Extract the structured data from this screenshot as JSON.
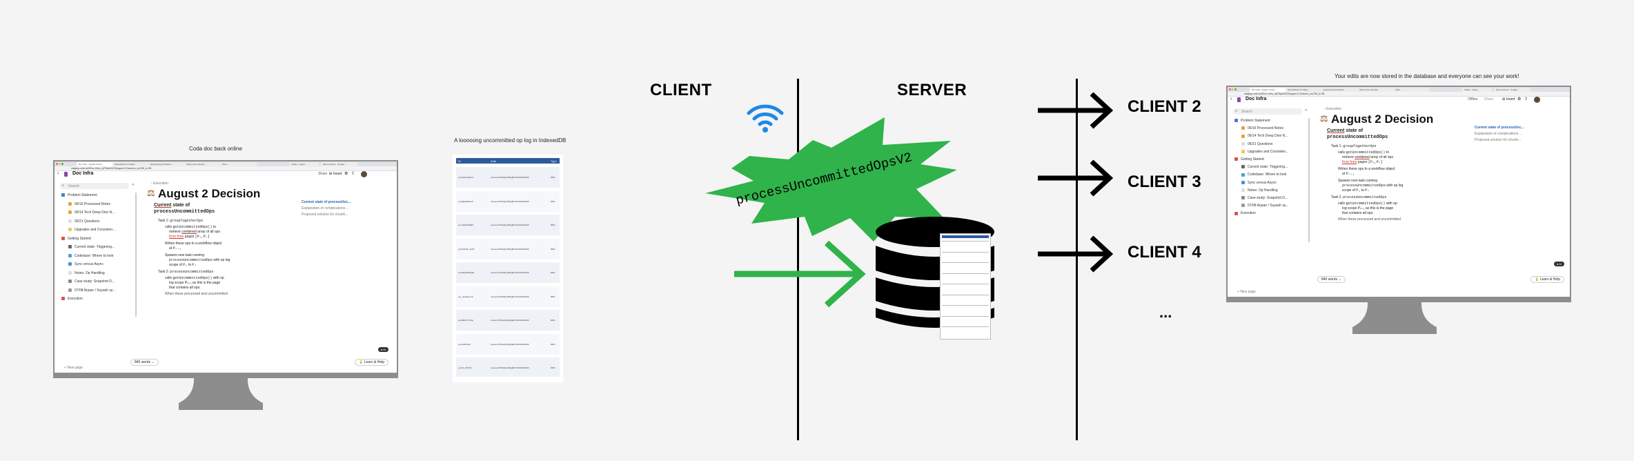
{
  "labels": {
    "client": "CLIENT",
    "server": "SERVER",
    "client2": "CLIENT 2",
    "client3": "CLIENT 3",
    "client4": "CLIENT 4",
    "ellipsis": "...",
    "star_text": "processUncommittedOpsV2"
  },
  "captions": {
    "left_monitor": "Coda doc back online",
    "indexeddb": "A looooong uncommitted op log in IndexedDB",
    "right_monitor": "Your edits are now stored in the database and everyone can see your work!"
  },
  "colors": {
    "green": "#2fb34a",
    "wifi": "#1e88e5",
    "monitor_frame": "#8d8d8d",
    "black": "#000000",
    "doc_red": "#c0392b",
    "link_blue": "#1a5fb4"
  },
  "doc": {
    "url": "staging.coda.io/d/Doc-Infra_dpT8pbdVZ2/August-2-Decision_su2JW_d-GB",
    "tabs": [
      "Doc Infra · August 2 Deci...",
      "Spreadsheet UI Objec...",
      "Engineering All Hands ...",
      "Sheet Core Internal ...",
      "Inbox",
      "Coffee · Figma",
      "demo-content · Google..."
    ],
    "doc_title": "Doc Infra",
    "share": "Share",
    "insert": "Insert",
    "offline": "Offline",
    "search_placeholder": "Search",
    "sidebar": [
      {
        "label": "Problem Statement",
        "color": "#4a7bd0"
      },
      {
        "label": "06/16 Processed Notes",
        "color": "#e8a33d"
      },
      {
        "label": "06/14 Tech Deep Dive N...",
        "color": "#e8a33d"
      },
      {
        "label": "06/21 Questions",
        "color": "#dddddd"
      },
      {
        "label": "Upgrades and Consisten...",
        "color": "#f2c94c"
      },
      {
        "label": "Getting Started",
        "color": "#d9534f"
      },
      {
        "label": "Current state: Triggering...",
        "color": "#666666"
      },
      {
        "label": "Codebase: Where to look",
        "color": "#3fa7d6"
      },
      {
        "label": "Sync versus Async",
        "color": "#4a90d9"
      },
      {
        "label": "Notes: Op Handling",
        "color": "#dddddd"
      },
      {
        "label": "Case study: Snapshot D...",
        "color": "#888888"
      },
      {
        "label": "07/08 Arjuan / Suyash sy...",
        "color": "#999999"
      },
      {
        "label": "Execution",
        "color": "#d9534f"
      }
    ],
    "new_page": "New page",
    "breadcrumb": "Execution",
    "heading": "August 2 Decision",
    "current_state": "Current",
    "state_of": "state of",
    "fn_name": "processUncommittedOps",
    "task1": "Task 1:",
    "task1_fn": "groupTogetherOps",
    "b1_a": "calls",
    "b1_fn": "getUncommittedOps()",
    "b1_b": "to",
    "b1_c": "retrieve",
    "b1_d": "combined",
    "b1_e": "array of all ops",
    "b1_f": "from from",
    "b1_g": "pages",
    "b1_h": "[P₁,Pₙ]",
    "b2_a": "Writes these ops to a workflow object",
    "b2_b": "at",
    "b2_c": "Pₙ₊₁",
    "b3_a": "Spawns new task running",
    "b3_fn": "processUncommittedOps",
    "b3_b": "with op log",
    "b3_c": "scope of",
    "b3_d": "P₁",
    "b3_e": "to",
    "b3_f": "Pₙ",
    "task2": "Task 2:",
    "task2_fn": "processUncommittedOps",
    "c1_a": "calls",
    "c1_fn": "getUncommittedOps()",
    "c1_b": "with op",
    "c1_c": "log scope Pₙ₊₁ as this is the page",
    "c1_d": "that contains all ops.",
    "c2": "When these processed and uncommitted",
    "toc": [
      "Current state of processUnc...",
      "Explanation of complications ...",
      "Proposed solution for chunki..."
    ],
    "words": "840 words",
    "learn": "Learn & Help",
    "ai_badge": "AI"
  },
  "indexeddb": {
    "headers": [
      "ID",
      "Auth",
      "Type"
    ],
    "rows": [
      {
        "id": "op-5ricbvhsRmq",
        "auth": "coreevt-3f74e6Q-9f2Qg8nh7dr1SDF44FF",
        "type": "DRS"
      },
      {
        "id": "op-Mjwdp8vXu5",
        "auth": "coreevt-3f74e6Q-9f2Qg8nh7dr1SDF44FF",
        "type": "DRS"
      },
      {
        "id": "op-xw5yXb6dES",
        "auth": "coreevt-3f74e6Q-9f2Qg8nh7dr1SDF44FF",
        "type": "DRS"
      },
      {
        "id": "op-8mOhZ_nw3X",
        "auth": "coreevt-3f74e6Q-9f2Qg8nh7dr1SDF44FF",
        "type": "DRS"
      },
      {
        "id": "op-9dwpH9GQ6k",
        "auth": "coreevt-3f74e6Q-9f2Qg8nh7dr1SDF44FF",
        "type": "DRS"
      },
      {
        "id": "op-_opsshty-mb",
        "auth": "coreevt-3f74e6Q-9f2Qg8nh7dr1SDF44FF",
        "type": "DRS"
      },
      {
        "id": "op-kBLK3YYbpu",
        "auth": "coreevt-3f74e6Q-9f2Qg8nh7dr1SDF44FF",
        "type": "DRS"
      },
      {
        "id": "op-SuIzbIrhQ",
        "auth": "coreevt-3f74e6Q-9f2Qg8nh7dr1SDF44FF",
        "type": "DRS"
      },
      {
        "id": "op-ZC_fF73cG",
        "auth": "coreevt-3f74e6Q-9f2Qg8nh7dr1SDF44FF",
        "type": "DRS"
      }
    ]
  }
}
